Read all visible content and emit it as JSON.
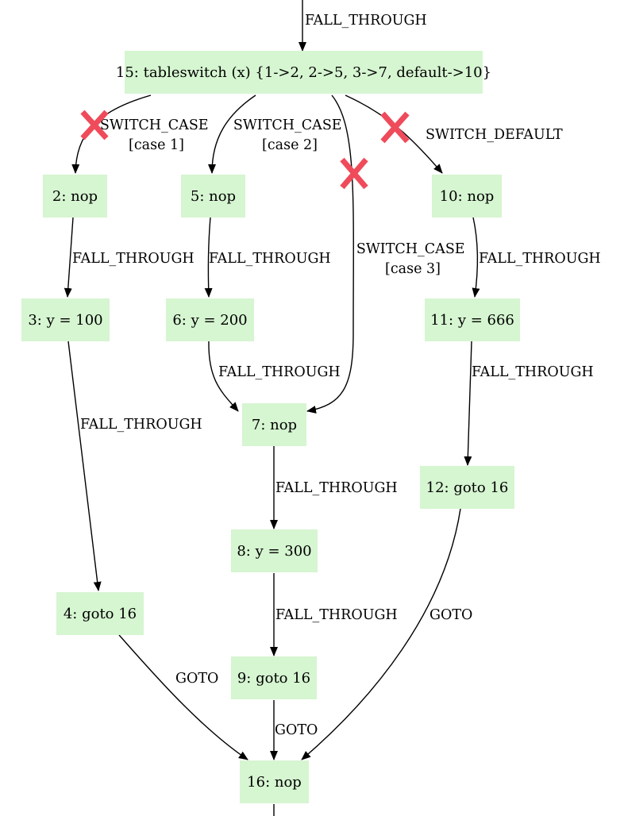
{
  "nodes": {
    "n15": "15: tableswitch (x) {1->2, 2->5, 3->7, default->10}",
    "n2": "2: nop",
    "n5": "5: nop",
    "n10": "10: nop",
    "n3": "3: y = 100",
    "n6": "6: y = 200",
    "n11": "11: y = 666",
    "n7": "7: nop",
    "n12": "12: goto 16",
    "n8": "8: y = 300",
    "n4": "4: goto 16",
    "n9": "9: goto 16",
    "n16": "16: nop"
  },
  "edges": {
    "in_15": "FALL_THROUGH",
    "e15_2": [
      "SWITCH_CASE",
      "[case 1]"
    ],
    "e15_5": [
      "SWITCH_CASE",
      "[case 2]"
    ],
    "e15_7": [
      "SWITCH_CASE",
      "[case 3]"
    ],
    "e15_10": "SWITCH_DEFAULT",
    "e2_3": "FALL_THROUGH",
    "e5_6": "FALL_THROUGH",
    "e10_11": "FALL_THROUGH",
    "e6_7": "FALL_THROUGH",
    "e11_12": "FALL_THROUGH",
    "e3_4": "FALL_THROUGH",
    "e7_8": "FALL_THROUGH",
    "e8_9": "FALL_THROUGH",
    "e4_16": "GOTO",
    "e12_16": "GOTO",
    "e9_16": "GOTO"
  },
  "colors": {
    "node_fill": "#d6f5d1",
    "x_mark": "#ef4b5b",
    "edge": "#000000"
  },
  "marks": [
    "x-mark",
    "x-mark",
    "x-mark"
  ]
}
